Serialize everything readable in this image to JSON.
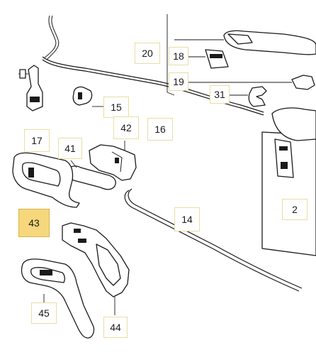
{
  "callouts": {
    "c20": "20",
    "c18": "18",
    "c19": "19",
    "c31": "31",
    "c15": "15",
    "c16": "16",
    "c42": "42",
    "c17": "17",
    "c41": "41",
    "c43": "43",
    "c14": "14",
    "c45": "45",
    "c44": "44",
    "c2": "2"
  },
  "highlight_color": "#f7d77c"
}
